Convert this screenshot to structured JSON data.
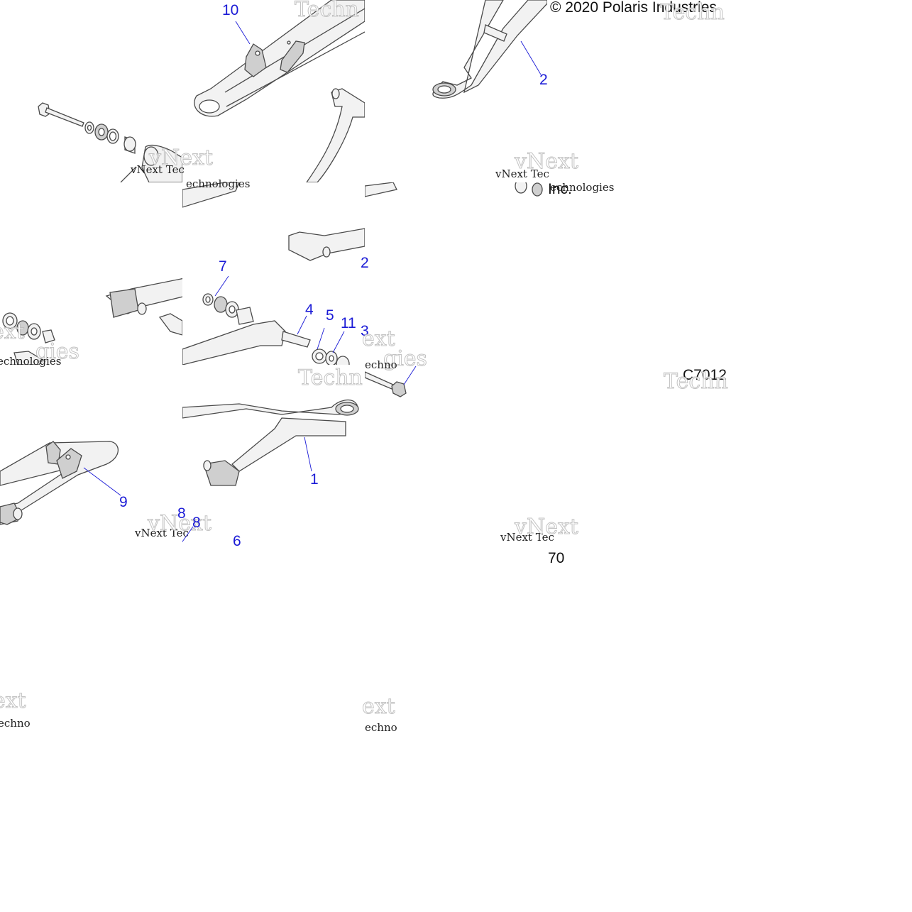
{
  "copyright": "© 2020 Polaris Industries",
  "copyright_fragment": "Inc.",
  "figure_code": "C7012",
  "page_fragment": "70",
  "watermark": {
    "small": "vNext Tec",
    "brand": "vNext",
    "big": "Technologies",
    "frag_ext": "ext",
    "frag_techno": "echno",
    "frag_technologies": "echnologies",
    "frag_gies": "gies",
    "frag_tech": "Techn"
  },
  "callouts": {
    "c1": "1",
    "c2": "2",
    "c2b": "2",
    "c3": "3",
    "c4": "4",
    "c5": "5",
    "c6": "6",
    "c7": "7",
    "c8": "8",
    "c8b": "8",
    "c9": "9",
    "c10": "10",
    "c11": "11"
  },
  "colors": {
    "callout": "#1a1ad6",
    "line": "#4a4a4a",
    "part_fill": "#f2f2f2",
    "part_shade": "#cfcfcf"
  }
}
